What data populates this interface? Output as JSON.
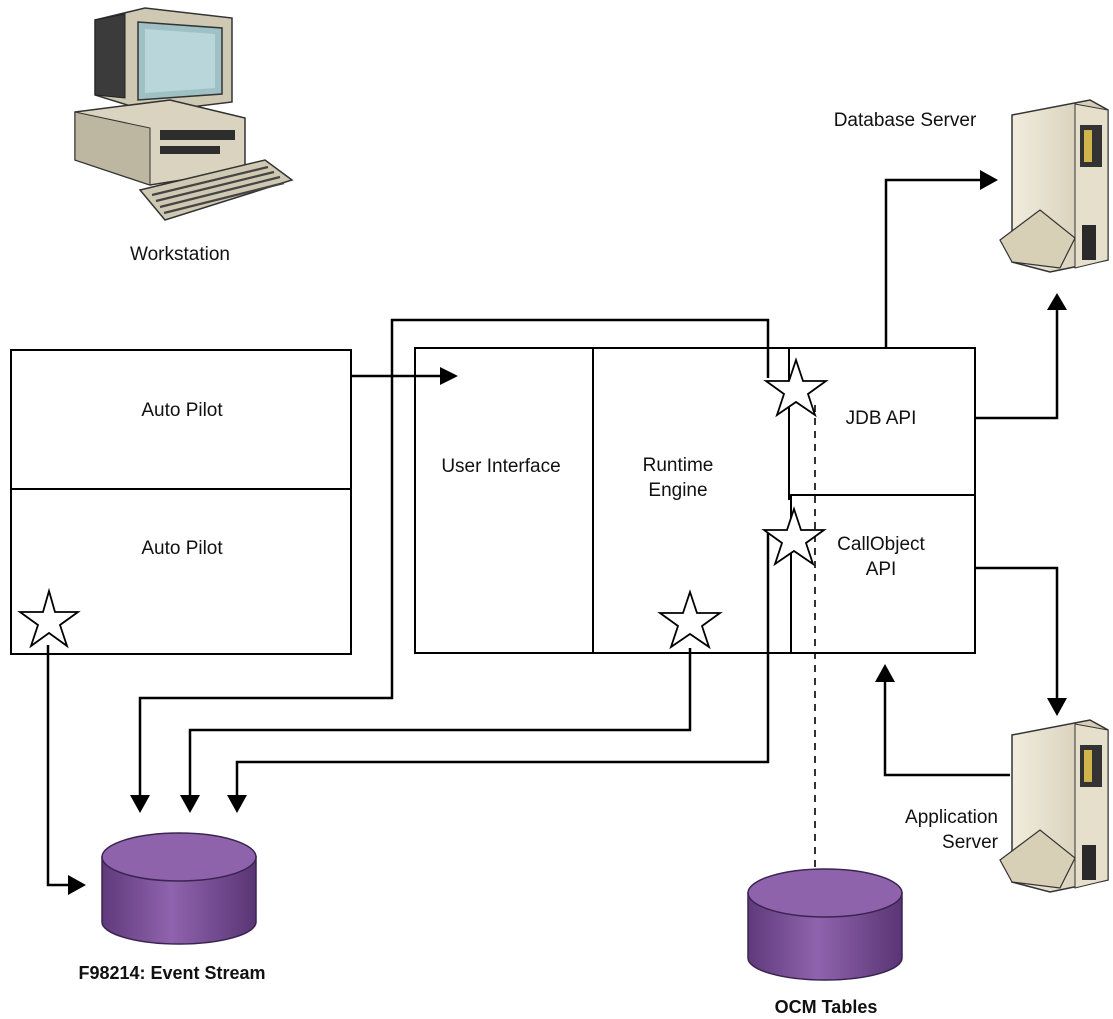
{
  "labels": {
    "workstation": "Workstation",
    "database_server": "Database Server",
    "application_server_line1": "Application",
    "application_server_line2": "Server",
    "autopilot_top": "Auto Pilot",
    "autopilot_bottom": "Auto Pilot",
    "user_interface": "User Interface",
    "runtime_engine_line1": "Runtime",
    "runtime_engine_line2": "Engine",
    "jdb_api": "JDB API",
    "callobject_api_line1": "CallObject",
    "callobject_api_line2": "API",
    "event_stream_db": "F98214: Event Stream",
    "ocm_tables_db": "OCM Tables"
  },
  "icons": {
    "workstation": "desktop-computer-icon",
    "database_server": "tower-server-icon",
    "application_server": "tower-server-icon",
    "event_stream_db": "database-cylinder-icon",
    "ocm_tables_db": "database-cylinder-icon",
    "event_marker": "star-icon"
  },
  "colors": {
    "database_fill": "#7a4f97",
    "database_top": "#8e63ab",
    "server_body": "#e4ddc8",
    "computer_body": "#d9d3bf",
    "screen": "#9fc1c6"
  }
}
